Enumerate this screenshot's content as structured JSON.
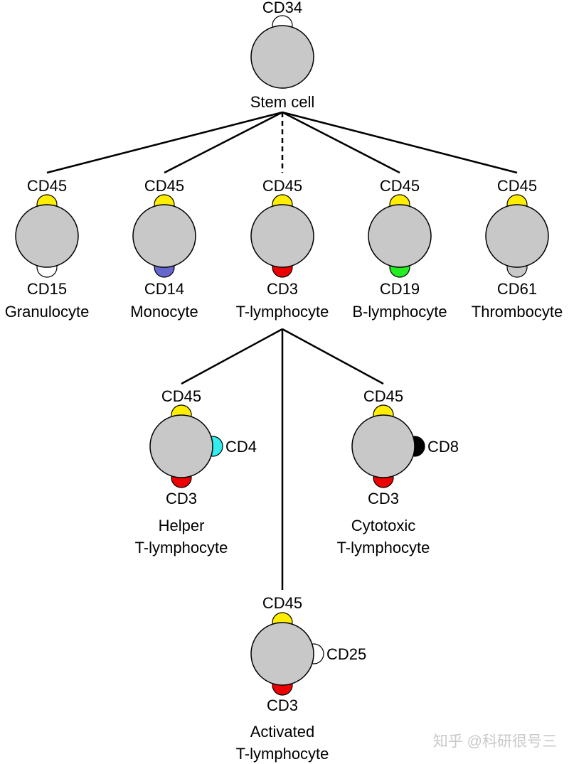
{
  "colors": {
    "cell_body": "#c8c8c8",
    "outline": "#000000",
    "line": "#000000",
    "CD34": "#ffffff",
    "CD45": "#ffee00",
    "CD15": "#ffffff",
    "CD14": "#6666cc",
    "CD3": "#ee0000",
    "CD19": "#22ee22",
    "CD61": "#c8c8c8",
    "CD4": "#33eeee",
    "CD8": "#000000",
    "CD25": "#ffffff"
  },
  "cells": {
    "stem": {
      "name_lines": [
        "Stem cell"
      ],
      "marker_top": "CD34"
    },
    "granulocyte": {
      "name_lines": [
        "Granulocyte"
      ],
      "marker_top": "CD45",
      "marker_bottom": "CD15"
    },
    "monocyte": {
      "name_lines": [
        "Monocyte"
      ],
      "marker_top": "CD45",
      "marker_bottom": "CD14"
    },
    "t_lymphocyte": {
      "name_lines": [
        "T-lymphocyte"
      ],
      "marker_top": "CD45",
      "marker_bottom": "CD3"
    },
    "b_lymphocyte": {
      "name_lines": [
        "B-lymphocyte"
      ],
      "marker_top": "CD45",
      "marker_bottom": "CD19"
    },
    "thrombocyte": {
      "name_lines": [
        "Thrombocyte"
      ],
      "marker_top": "CD45",
      "marker_bottom": "CD61"
    },
    "helper_t": {
      "name_lines": [
        "Helper",
        "T-lymphocyte"
      ],
      "marker_top": "CD45",
      "marker_bottom": "CD3",
      "marker_side": "CD4"
    },
    "cytotoxic_t": {
      "name_lines": [
        "Cytotoxic",
        "T-lymphocyte"
      ],
      "marker_top": "CD45",
      "marker_bottom": "CD3",
      "marker_side": "CD8"
    },
    "activated_t": {
      "name_lines": [
        "Activated",
        "T-lymphocyte"
      ],
      "marker_top": "CD45",
      "marker_bottom": "CD3",
      "marker_side": "CD25"
    }
  },
  "edges": [
    {
      "from": "stem",
      "to": "granulocyte",
      "style": "solid"
    },
    {
      "from": "stem",
      "to": "monocyte",
      "style": "solid"
    },
    {
      "from": "stem",
      "to": "t_lymphocyte",
      "style": "dashed"
    },
    {
      "from": "stem",
      "to": "b_lymphocyte",
      "style": "solid"
    },
    {
      "from": "stem",
      "to": "thrombocyte",
      "style": "solid"
    },
    {
      "from": "t_lymphocyte",
      "to": "helper_t",
      "style": "solid"
    },
    {
      "from": "t_lymphocyte",
      "to": "activated_t",
      "style": "solid"
    },
    {
      "from": "t_lymphocyte",
      "to": "cytotoxic_t",
      "style": "solid"
    }
  ],
  "watermark": "知乎 @科研很号三"
}
